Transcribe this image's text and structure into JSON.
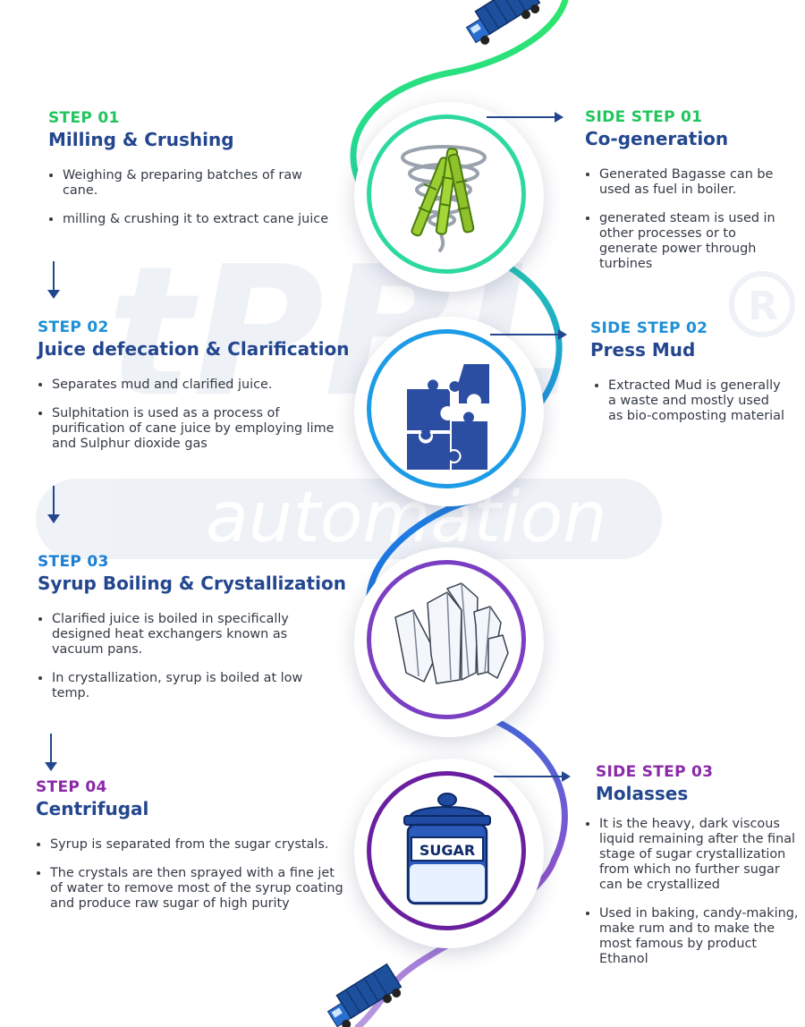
{
  "steps": [
    {
      "label": "STEP 01",
      "title": "Milling & Crushing",
      "bullets": [
        "Weighing & preparing batches of raw cane.",
        "milling & crushing it to extract cane juice"
      ]
    },
    {
      "label": "STEP 02",
      "title": "Juice defecation & Clarification",
      "bullets": [
        "Separates mud and clarified juice.",
        "Sulphitation is used as a process of purification of cane juice by employing lime and Sulphur dioxide gas"
      ]
    },
    {
      "label": "STEP 03",
      "title": "Syrup Boiling & Crystallization",
      "bullets": [
        "Clarified juice is  boiled in specifically designed heat exchangers known as vacuum pans.",
        "In crystallization, syrup is boiled at low temp."
      ]
    },
    {
      "label": "STEP 04",
      "title": "Centrifugal",
      "bullets": [
        "Syrup is separated from the sugar crystals.",
        "The crystals are then sprayed with a fine jet of water to remove most of the syrup coating and produce raw sugar of high purity"
      ]
    }
  ],
  "side_steps": [
    {
      "label": "SIDE STEP 01",
      "title": "Co-generation",
      "bullets": [
        "Generated Bagasse can be used as fuel in boiler.",
        "generated steam is used in other processes or to generate power through turbines"
      ]
    },
    {
      "label": "SIDE STEP 02",
      "title": "Press Mud",
      "bullets": [
        "Extracted Mud is generally a waste and mostly used as  bio-composting material"
      ]
    },
    {
      "label": "SIDE STEP 03",
      "title": "Molasses",
      "bullets": [
        "It is the heavy, dark viscous liquid remaining after the final stage of sugar crystallization from which no further sugar can be crystallized",
        " Used in baking, candy-making, make rum and to make the most famous by product Ethanol"
      ]
    }
  ],
  "icons": [
    "tornado-sugarcane-icon",
    "puzzle-icon",
    "crystals-icon",
    "sugar-jar-icon",
    "truck-icon"
  ],
  "sugar_jar_label": "SUGAR",
  "colors": {
    "step1": "#22c55e",
    "step2": "#1e90d6",
    "step3": "#1b7fd4",
    "step4": "#8a2aa8",
    "title": "#23468f",
    "path_start": "#2ee66b",
    "path_mid": "#1e88e5",
    "path_end": "#9b4fc9"
  }
}
